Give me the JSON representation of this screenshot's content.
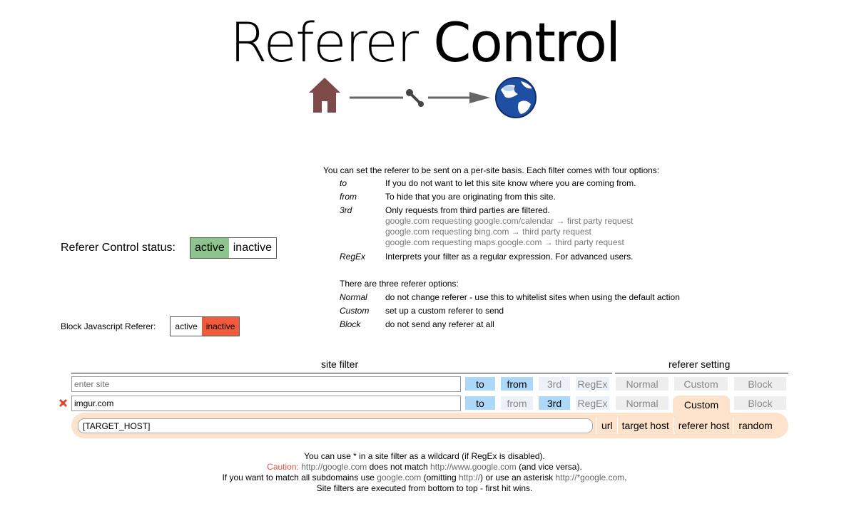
{
  "header": {
    "title_part1": "Referer",
    "title_part2": "Control"
  },
  "status": {
    "label": "Referer Control status:",
    "active": "active",
    "inactive": "inactive"
  },
  "js_referer": {
    "label": "Block Javascript Referer:",
    "active": "active",
    "inactive": "inactive"
  },
  "help": {
    "intro": "You can set the referer to be sent on a per-site basis. Each filter comes with four options:",
    "options": [
      {
        "key": "to",
        "desc": "If you do not want to let this site know where you are coming from."
      },
      {
        "key": "from",
        "desc": "To hide that you are originating from this site."
      },
      {
        "key": "3rd",
        "desc": "Only requests from third parties are filtered."
      }
    ],
    "examples": [
      "google.com requesting google.com/calendar → first party request",
      "google.com requesting bing.com → third party request",
      "google.com requesting maps.google.com → third party request"
    ],
    "regex": {
      "key": "RegEx",
      "desc": "Interprets your filter as a regular expression. For advanced users."
    },
    "referer_intro": "There are three referer options:",
    "referer_options": [
      {
        "key": "Normal",
        "desc": "do not change referer - use this to whitelist sites when using the default action"
      },
      {
        "key": "Custom",
        "desc": "set up a custom referer to send"
      },
      {
        "key": "Block",
        "desc": "do not send any referer at all"
      }
    ]
  },
  "table": {
    "site_filter_header": "site filter",
    "referer_setting_header": "referer setting",
    "new_row": {
      "placeholder": "enter site",
      "to": "to",
      "from": "from",
      "third": "3rd",
      "regex": "RegEx",
      "normal": "Normal",
      "custom": "Custom",
      "block": "Block"
    },
    "rows": [
      {
        "site": "imgur.com",
        "to": "to",
        "from": "from",
        "third": "3rd",
        "regex": "RegEx",
        "normal": "Normal",
        "custom": "Custom",
        "block": "Block",
        "custom_value": "[TARGET_HOST]",
        "custom_options": [
          "url",
          "target host",
          "referer host",
          "random"
        ]
      }
    ]
  },
  "footer": {
    "line1": "You can use * in a site filter as a wildcard (if RegEx is disabled).",
    "caution": "Caution:",
    "l2_url1": "http://google.com",
    "l2_mid": "does not match",
    "l2_url2": "http://www.google.com",
    "l2_end": "(and vice versa).",
    "l3_start": "If you want to match all subdomains use",
    "l3_domain": "google.com",
    "l3_omit_open": "(omitting",
    "l3_http": "http://",
    "l3_omit_close": ") or use an asterisk",
    "l3_asterisk": "http://*google.com",
    "l3_dot": ".",
    "line4": "Site filters are executed from bottom to top - first hit wins."
  },
  "colors": {
    "active_green": "#8ec48e",
    "inactive_red": "#f15a3d",
    "button_selected": "#add8f7",
    "button_unselected": "#ecf0f9",
    "custom_highlight": "#fde3cc",
    "caution_text": "#e0533f"
  },
  "icons": {
    "home": "house-icon",
    "tool": "wrench-icon",
    "globe": "globe-icon",
    "delete": "x-icon"
  }
}
